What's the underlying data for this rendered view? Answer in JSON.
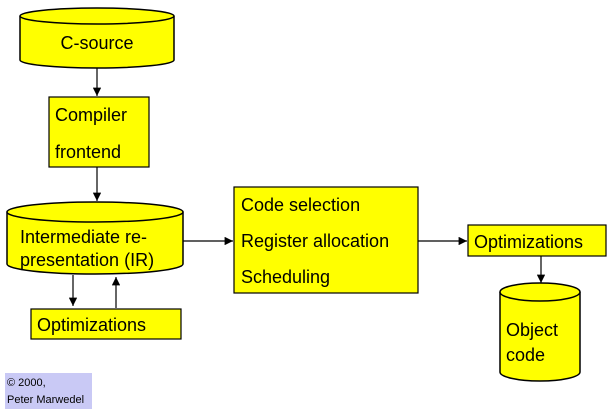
{
  "colors": {
    "node_fill": "#ffff00",
    "stroke": "#000000",
    "copyright_bg": "#c9c9f5",
    "background": "#ffffff"
  },
  "nodes": {
    "c_source": {
      "label": "C-source"
    },
    "compiler_frontend": {
      "line1": "Compiler",
      "line2": "frontend"
    },
    "ir": {
      "line1": "Intermediate re-",
      "line2": "presentation (IR)"
    },
    "optimizations_left": {
      "label": "Optimizations"
    },
    "backend": {
      "line1": "Code selection",
      "line2": "Register allocation",
      "line3": "Scheduling"
    },
    "optimizations_right": {
      "label": "Optimizations"
    },
    "object_code": {
      "line1": "Object",
      "line2": "code"
    }
  },
  "copyright": {
    "line1": "© 2000,",
    "line2": "Peter Marwedel"
  }
}
